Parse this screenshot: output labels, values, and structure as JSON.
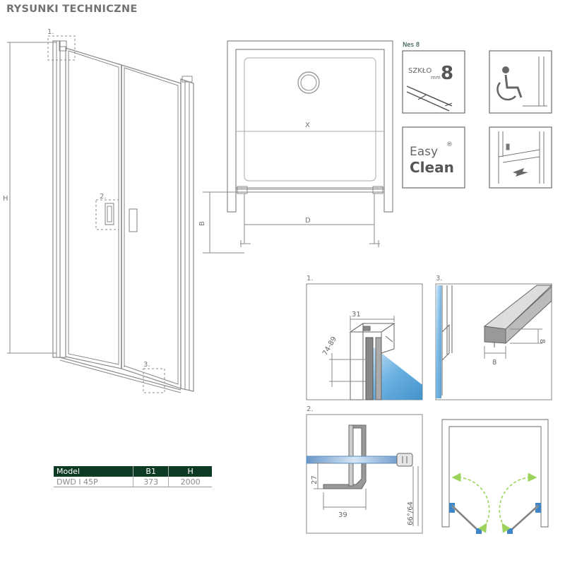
{
  "header": {
    "title": "RYSUNKI TECHNICZNE"
  },
  "door": {
    "label_1": "1.",
    "label_2": "2.",
    "label_3": "3.",
    "dim_h": "H"
  },
  "plan": {
    "dim_x": "X",
    "dim_b": "B",
    "dim_d": "D"
  },
  "features": {
    "nes_label": "Nes 8",
    "glass_word": "SZKŁO",
    "glass_unit": "mm",
    "glass_number": "8",
    "easy": "Easy",
    "clean": "Clean",
    "registered": "®"
  },
  "details": {
    "d1_label": "1.",
    "d1_width": "31",
    "d1_range": "74-89",
    "d3_label": "3.",
    "d3_height": "8",
    "d3_width": "8",
    "d2_label": "2.",
    "d2_height": "27",
    "d2_width": "39",
    "d2_angle": "66°/64"
  },
  "table": {
    "headers": [
      "Model",
      "B1",
      "H"
    ],
    "rows": [
      [
        "DWD I 45P",
        "373",
        "2000"
      ]
    ]
  },
  "colors": {
    "frame": "#8a8a8a",
    "glass": "#5aa8de",
    "swing_arrow": "#9cd35a",
    "header_bg": "#0c3a25"
  }
}
